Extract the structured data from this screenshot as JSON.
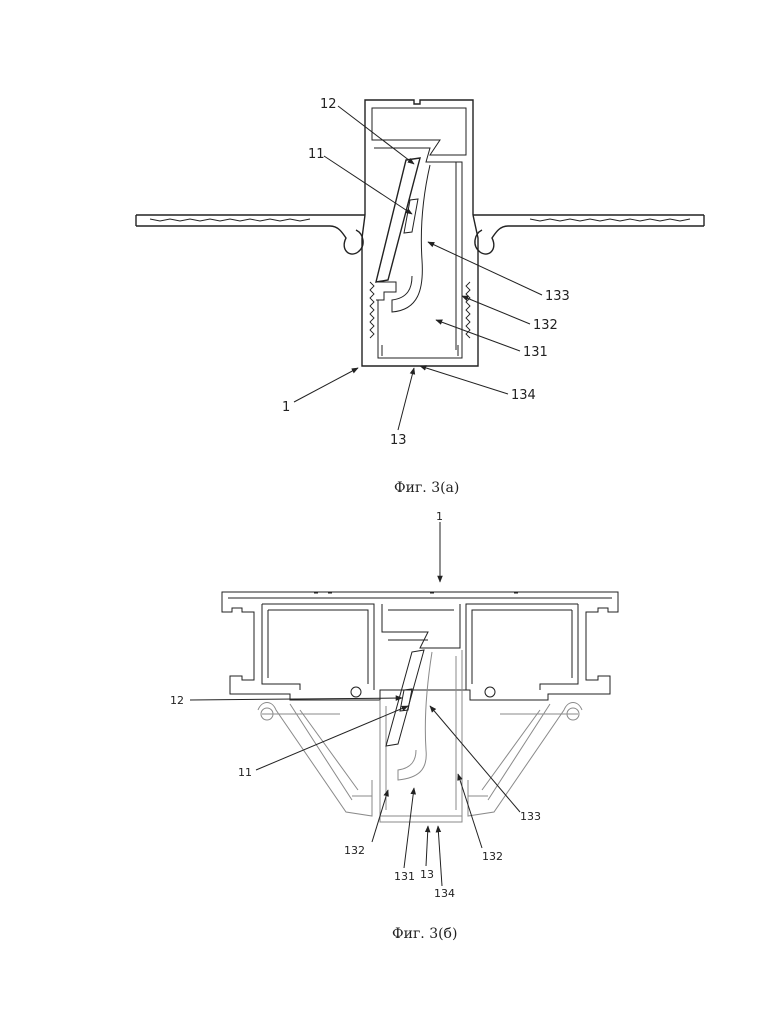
{
  "figure_a": {
    "caption": "Фиг. 3(а)",
    "labels": {
      "l12": "12",
      "l11": "11",
      "l133": "133",
      "l132": "132",
      "l131": "131",
      "l134": "134",
      "l1": "1",
      "l13": "13"
    }
  },
  "figure_b": {
    "caption": "Фиг. 3(б)",
    "labels": {
      "l1": "1",
      "l12": "12",
      "l11": "11",
      "l133": "133",
      "l132_left": "132",
      "l132_right": "132",
      "l131": "131",
      "l13": "13",
      "l134": "134"
    }
  },
  "colors": {
    "line": "#222222",
    "light_line": "#8a8a8a",
    "background": "#ffffff"
  }
}
